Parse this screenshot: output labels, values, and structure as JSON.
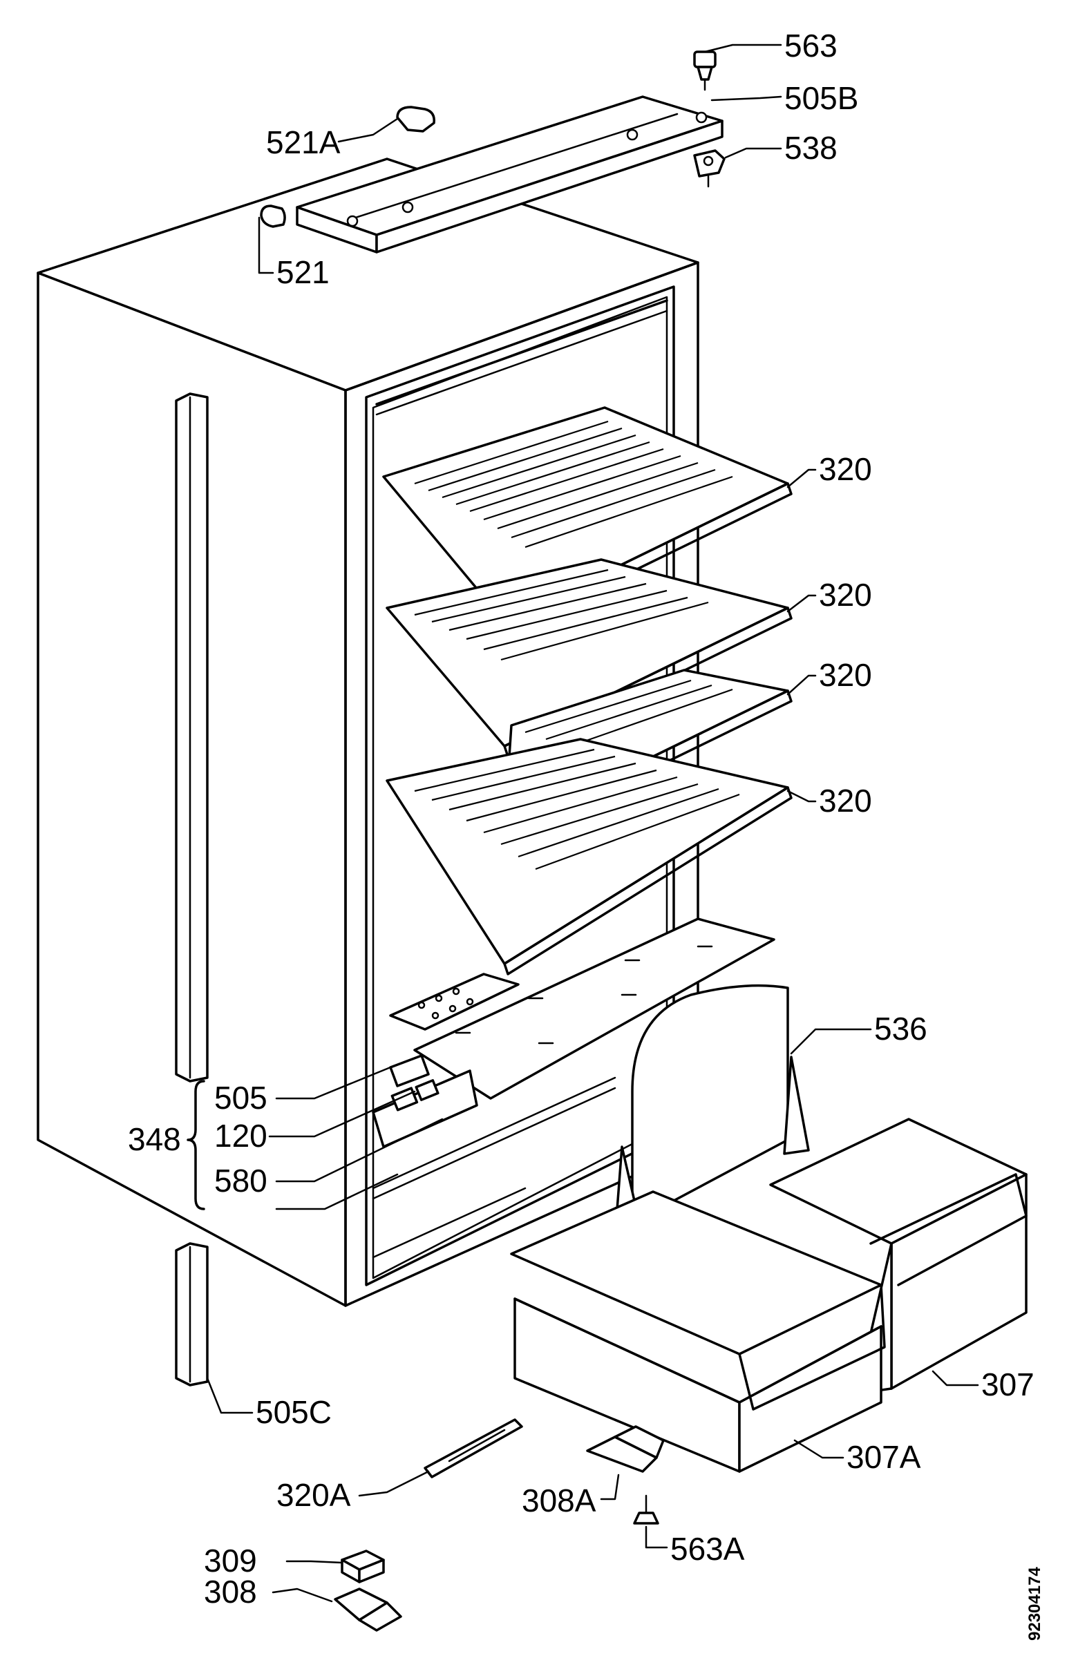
{
  "labels": {
    "p563": "563",
    "p505b": "505B",
    "p521a": "521A",
    "p538": "538",
    "p521": "521",
    "p320_1": "320",
    "p320_2": "320",
    "p320_3": "320",
    "p320_4": "320",
    "p536": "536",
    "p505": "505",
    "p348": "348",
    "p120": "120",
    "p580": "580",
    "p307": "307",
    "p505c": "505C",
    "p307a": "307A",
    "p320a": "320A",
    "p308a": "308A",
    "p309": "309",
    "p563a": "563A",
    "p308": "308"
  },
  "drawing_code": "92304174"
}
